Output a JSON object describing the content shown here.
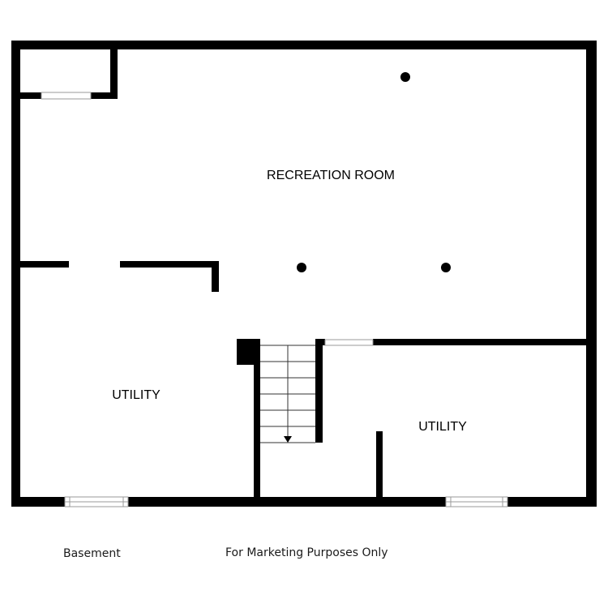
{
  "floor_plan": {
    "rooms": [
      {
        "id": "recreation",
        "label": "RECREATION ROOM"
      },
      {
        "id": "utility_left",
        "label": "UTILITY"
      },
      {
        "id": "utility_right",
        "label": "UTILITY"
      }
    ],
    "stair_direction": "down"
  },
  "captions": {
    "floor_name": "Basement",
    "disclaimer": "For Marketing Purposes Only"
  },
  "colors": {
    "wall": "#000000",
    "background": "#ffffff",
    "window_line": "#9a9a9a"
  }
}
